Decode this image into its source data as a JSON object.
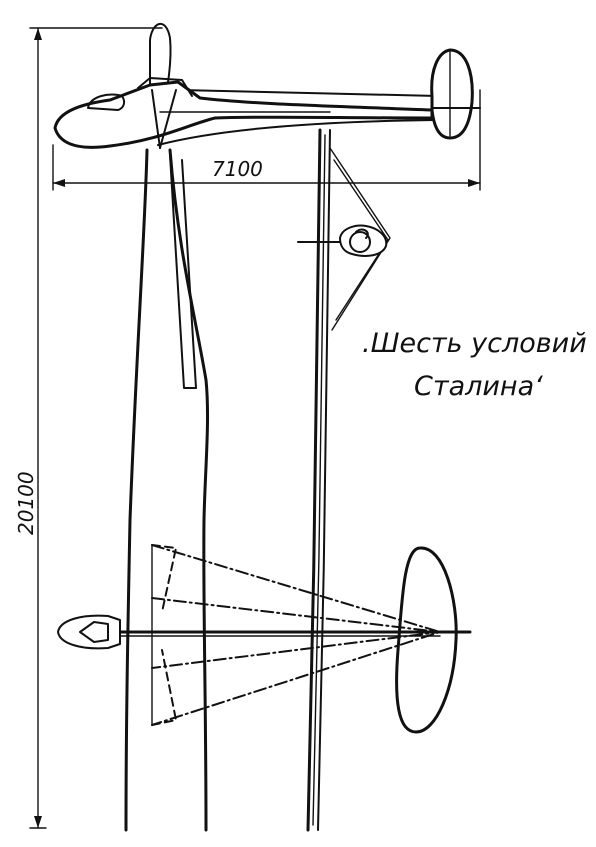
{
  "dimensions": {
    "length": "7100",
    "span": "20100"
  },
  "caption": {
    "line1": ".Шесть условий",
    "line2": "Сталина‘"
  }
}
